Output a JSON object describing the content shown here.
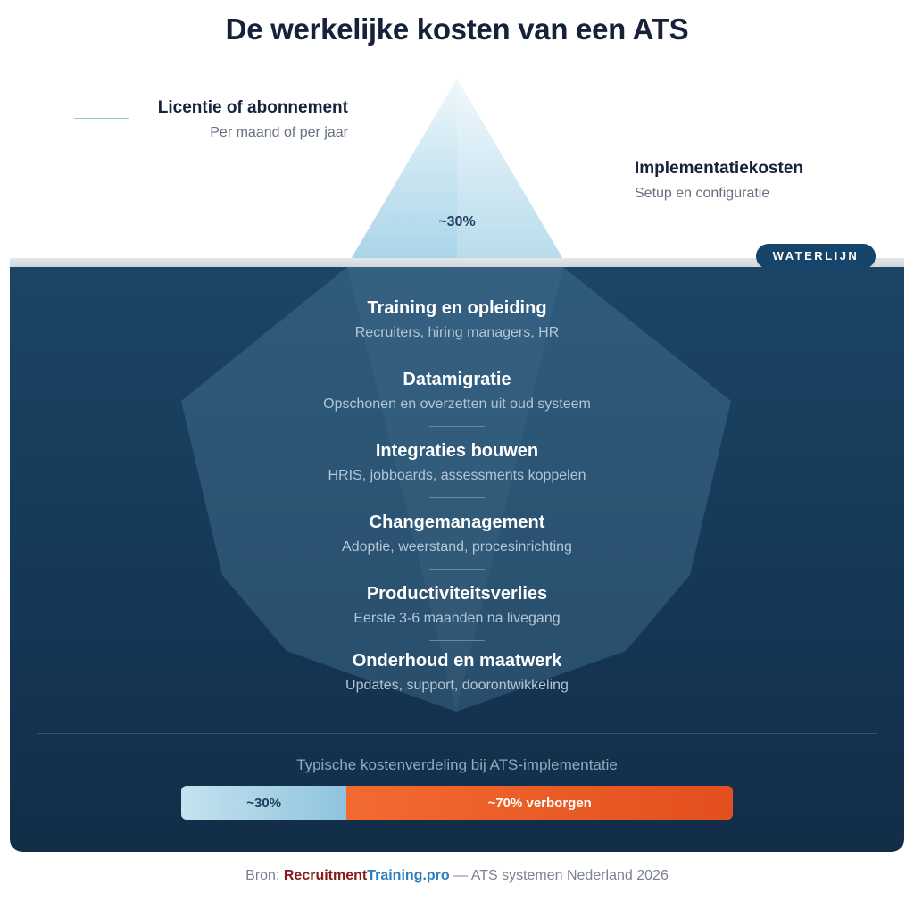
{
  "title": "De werkelijke kosten van een ATS",
  "above": {
    "left": {
      "title": "Licentie of abonnement",
      "subtitle": "Per maand of per jaar"
    },
    "right": {
      "title": "Implementatiekosten",
      "subtitle": "Setup en configuratie"
    },
    "tip_percentage": "~30%"
  },
  "waterline_label": "WATERLIJN",
  "below": [
    {
      "title": "Training en opleiding",
      "subtitle": "Recruiters, hiring managers, HR"
    },
    {
      "title": "Datamigratie",
      "subtitle": "Opschonen en overzetten uit oud systeem"
    },
    {
      "title": "Integraties bouwen",
      "subtitle": "HRIS, jobboards, assessments koppelen"
    },
    {
      "title": "Changemanagement",
      "subtitle": "Adoptie, weerstand, procesinrichting"
    },
    {
      "title": "Productiviteitsverlies",
      "subtitle": "Eerste 3-6 maanden na livegang"
    },
    {
      "title": "Onderhoud en maatwerk",
      "subtitle": "Updates, support, doorontwikkeling"
    }
  ],
  "split": {
    "caption": "Typische kostenverdeling bij ATS-implementatie",
    "visible_label": "~30%",
    "hidden_label": "~70% verborgen",
    "visible_share": 0.3,
    "hidden_share": 0.7,
    "colors": {
      "visible": "#a9d3e8",
      "hidden": "#ee5b24"
    }
  },
  "footer": {
    "prefix": "Bron:",
    "brand_part1": "Recruitment",
    "brand_part2": "Training.pro",
    "suffix": "— ATS systemen Nederland 2026"
  }
}
